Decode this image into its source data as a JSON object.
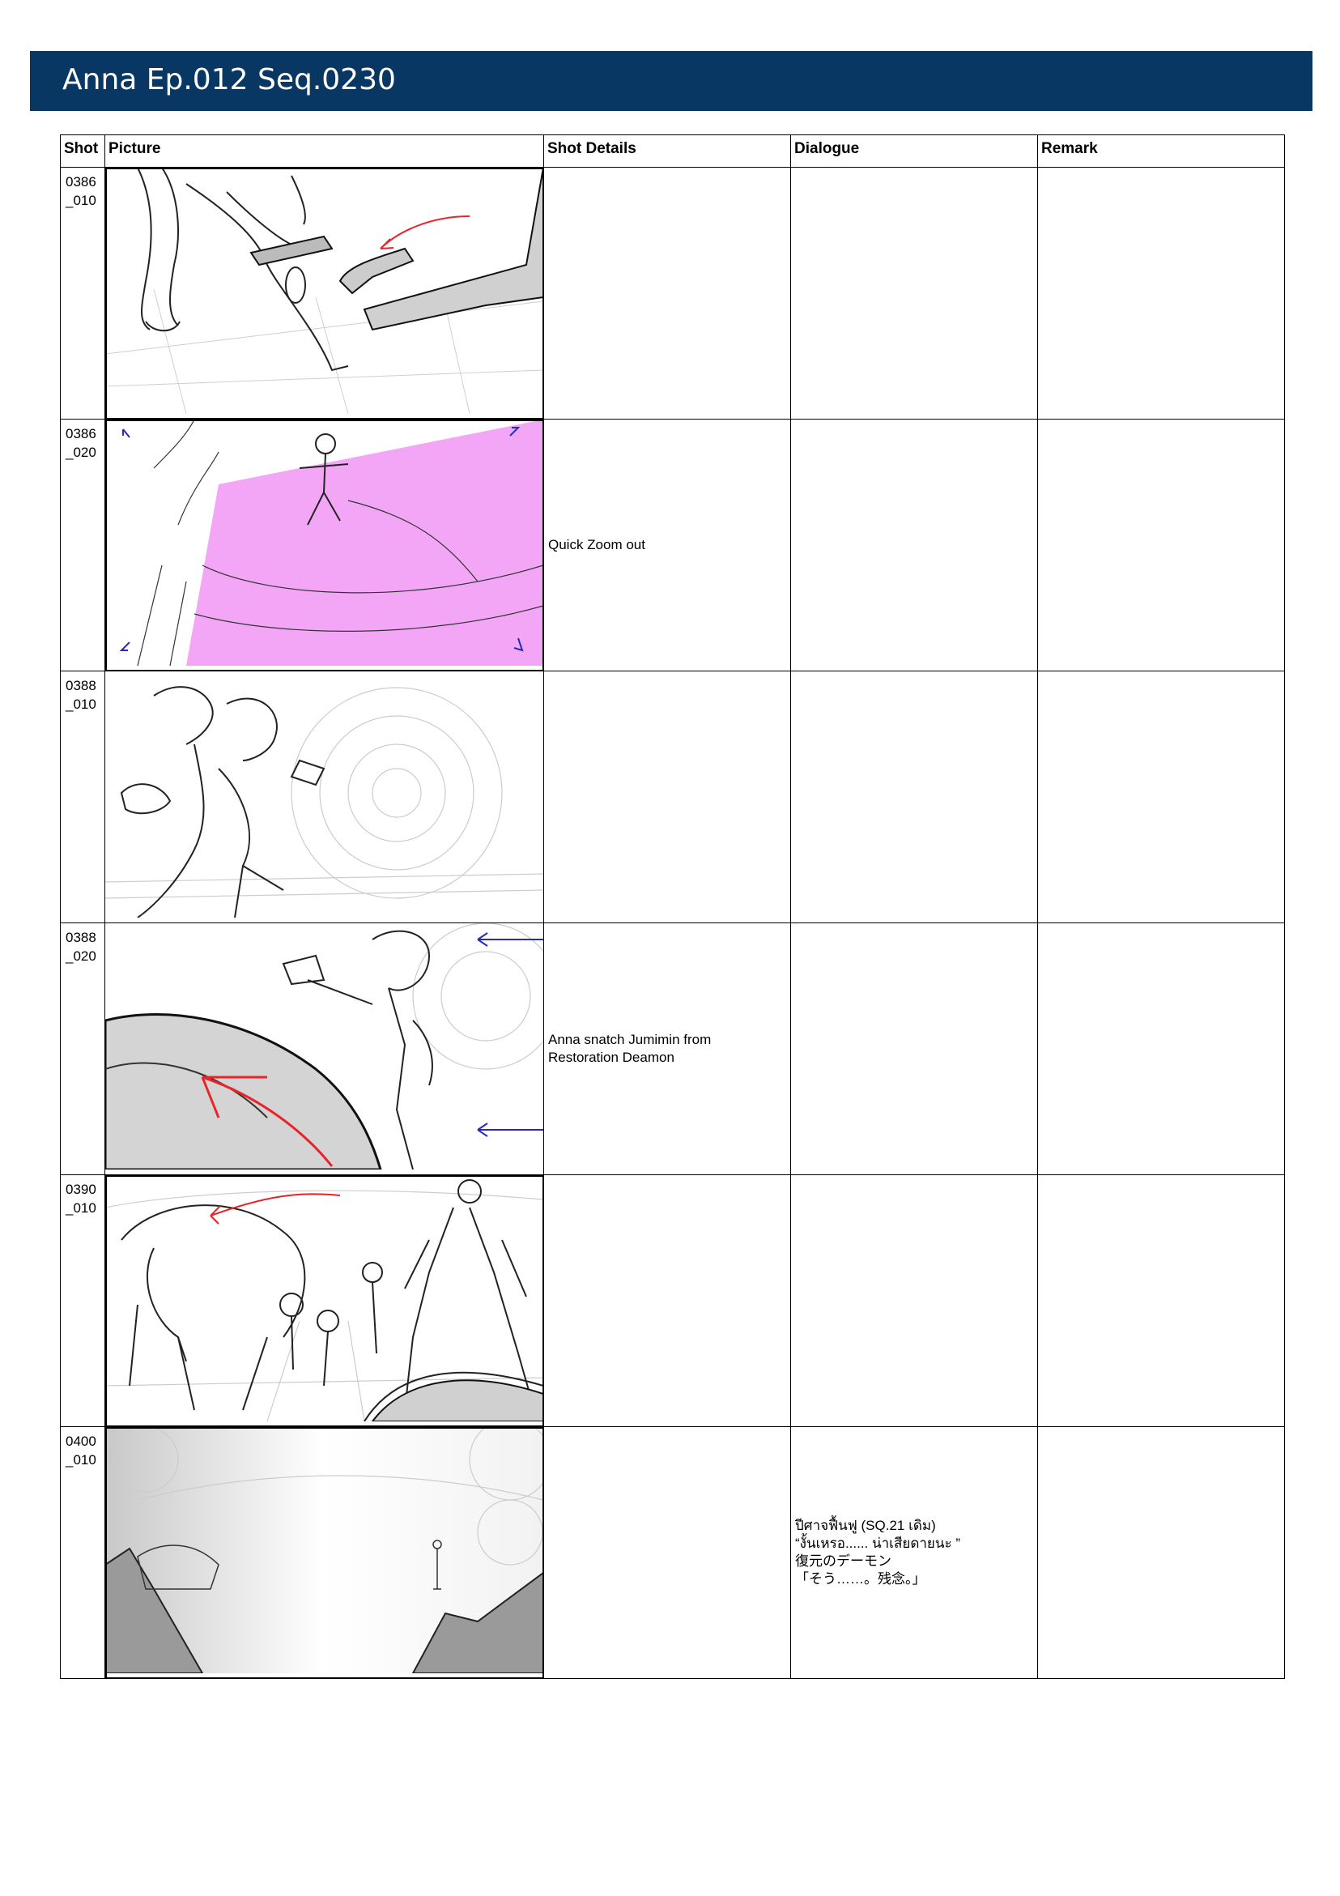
{
  "header": {
    "title": "Anna Ep.012 Seq.0230",
    "bar_color": "#083763"
  },
  "table": {
    "columns": {
      "shot": "Shot",
      "picture": "Picture",
      "details": "Shot Details",
      "dialogue": "Dialogue",
      "remark": "Remark"
    },
    "rows": [
      {
        "shot": "0386\n_010",
        "details": "",
        "dialogue": "",
        "remark": ""
      },
      {
        "shot": "0386\n_020",
        "details": "Quick Zoom out",
        "dialogue": "",
        "remark": ""
      },
      {
        "shot": "0388\n_010",
        "details": "",
        "dialogue": "",
        "remark": ""
      },
      {
        "shot": "0388\n_020",
        "details": "Anna snatch Jumimin from\nRestoration Deamon",
        "dialogue": "",
        "remark": ""
      },
      {
        "shot": "0390\n_010",
        "details": "",
        "dialogue": "",
        "remark": ""
      },
      {
        "shot": "0400\n_010",
        "details": "",
        "dialogue": "ปีศาจฟื้นฟู (SQ.21 เดิม)\n“งั้นเหรอ...... น่าเสียดายนะ ”\n復元のデーモン\n「そう……。残念。」",
        "remark": ""
      }
    ]
  },
  "annotation_colors": {
    "arrow_red": "#e8232a",
    "arrow_blue": "#2a2ab8",
    "overlay_pink": "#f3a6f5"
  }
}
